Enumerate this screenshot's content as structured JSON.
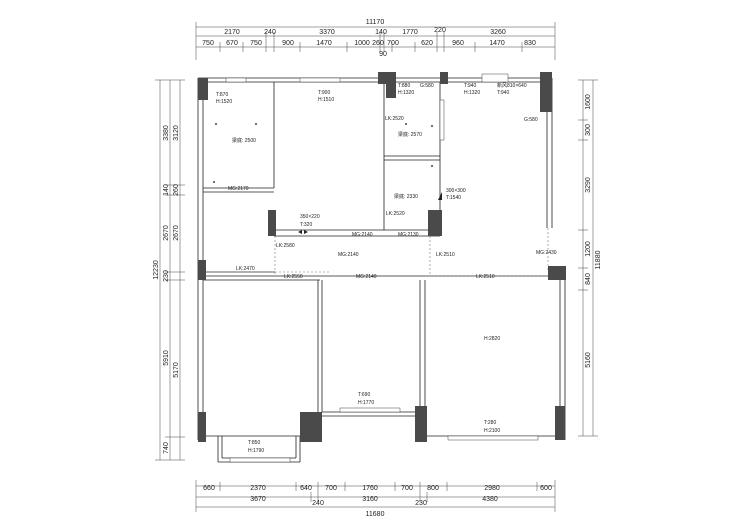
{
  "top_dims": {
    "overall": "11170",
    "row1": [
      "2170",
      "240",
      "3370",
      "140",
      "1770",
      "220",
      "3260"
    ],
    "row2": [
      "750",
      "670",
      "750",
      "900",
      "1470",
      "1000",
      "260",
      "700",
      "620",
      "960",
      "1470",
      "830"
    ],
    "row2_extra": "90"
  },
  "bottom_dims": {
    "row1": [
      "660",
      "2370",
      "640",
      "700",
      "1760",
      "700",
      "800",
      "2980",
      "600"
    ],
    "row2": [
      "3670",
      "240",
      "3160",
      "230",
      "4380"
    ],
    "overall": "11680"
  },
  "left_dims": {
    "outer": [
      "3380",
      "140",
      "2670",
      "230",
      "5910",
      "740"
    ],
    "inner": [
      "3120",
      "260",
      "2670",
      "5170"
    ],
    "overall": "12230"
  },
  "right_dims": {
    "inner": [
      "1600",
      "300",
      "3290",
      "1200",
      "840",
      "5160"
    ],
    "overall": "11880"
  },
  "room_labels": {
    "tl_top": "T:870",
    "tl_h": "H:1520",
    "tl_beam": "梁底: 2500",
    "tl_door": "MG:2170",
    "mid_top": "T:900",
    "mid_h": "H:1510",
    "bath_t": "T:880",
    "bath_h": "H:1320",
    "bath_g": "G:580",
    "bath_lk": "LK:2520",
    "bath_beam": "梁底: 2570",
    "r_t": "T:940",
    "r_h": "H:1320",
    "r_new": "新风810×640",
    "r_t2": "T:940",
    "r_g": "G:580",
    "k_beam": "梁底: 2330",
    "k_lk": "LK:2520",
    "k_vent": "300×300",
    "k_vent_t": "T:1540",
    "k_mg": "MG:2130",
    "m_box": "350×220",
    "m_box_t": "T:320",
    "m_mg": "MG:2140",
    "c_lk": "LK:2580",
    "c_lk2": "LK:2470",
    "c_mg": "MG:2140",
    "c_lk3": "LK:2510",
    "c_lk4": "LK:2510",
    "c_lk5": "LK:2550",
    "c_mg2": "MG:2140",
    "r_mg": "MG:2430",
    "big_h": "H:2820",
    "mw_t": "T:690",
    "mw_h": "H:1770",
    "bl_t": "T:850",
    "bl_h": "H:1790",
    "br_t": "T:280",
    "br_h": "H:2100"
  }
}
